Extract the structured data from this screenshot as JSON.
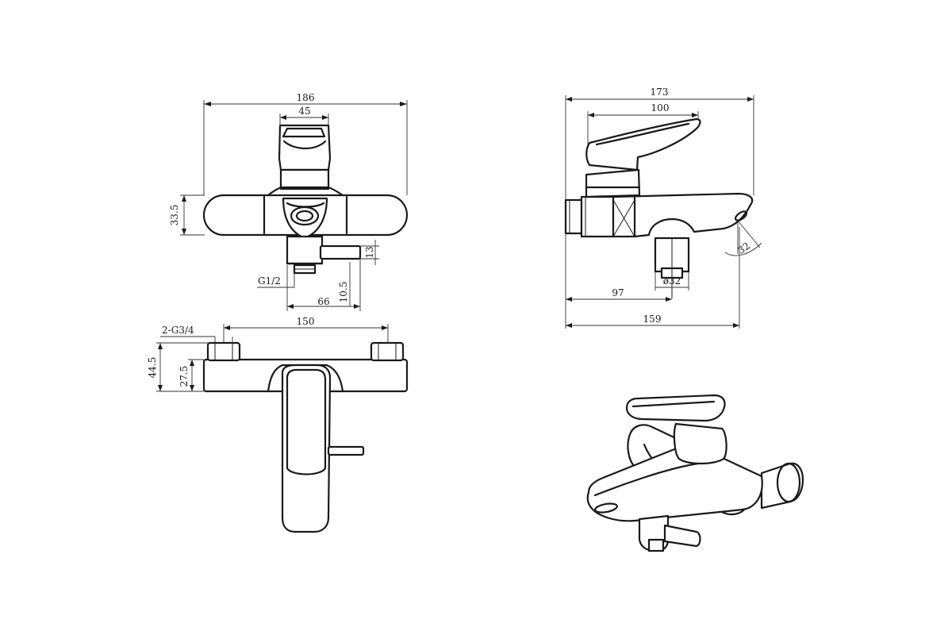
{
  "top_view": {
    "dims": {
      "overall_length": "186",
      "handle_width": "45",
      "body_height": "33.5",
      "spout_offset": "13",
      "thread": "G1/2",
      "diverter_length": "66",
      "outlet_drop": "10.5"
    }
  },
  "side_view": {
    "dims": {
      "overall_length": "173",
      "handle_length": "100",
      "angle": "32",
      "outlet_diameter": "ø32",
      "outlet_position": "97",
      "spout_reach": "159"
    }
  },
  "front_view": {
    "dims": {
      "inlet_thread": "2-G3/4",
      "inlet_spacing": "150",
      "inlet_height": "44.5",
      "body_height": "27.5"
    }
  },
  "colors": {
    "line": "#1a1a1a",
    "background": "#ffffff"
  }
}
